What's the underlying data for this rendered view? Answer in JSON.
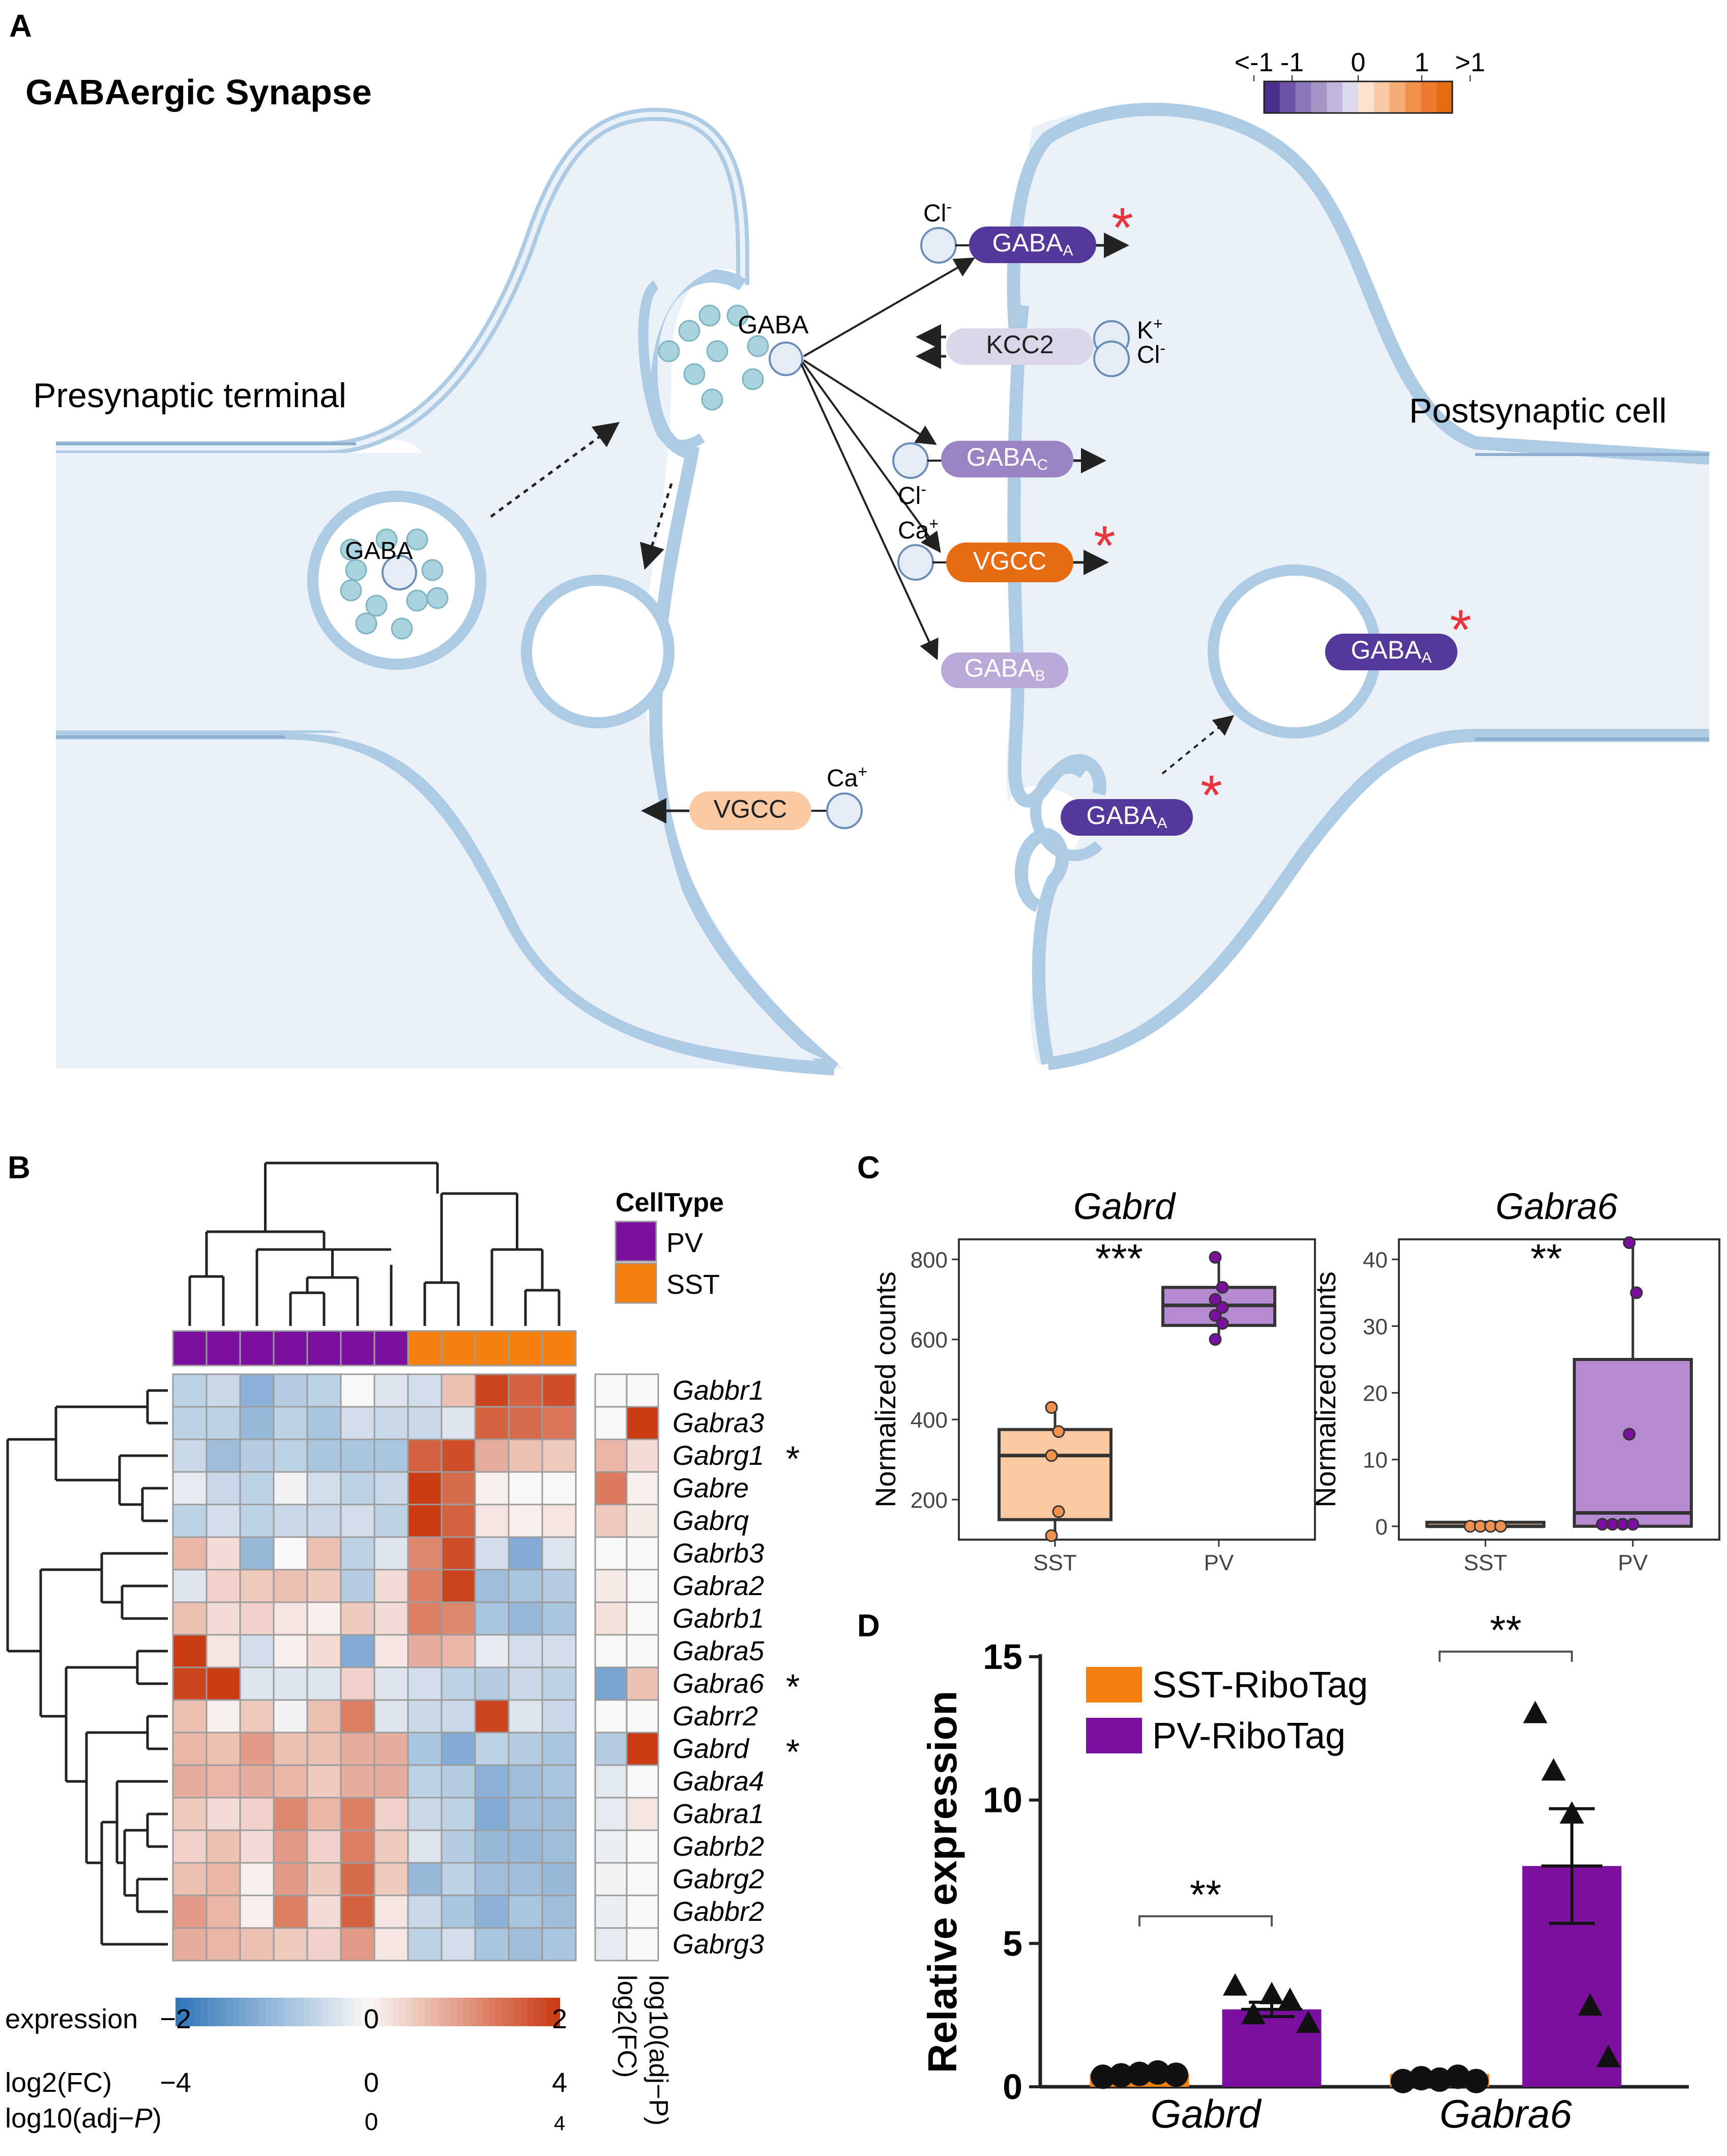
{
  "panelA": {
    "label": "A",
    "title": "GABAergic Synapse",
    "presynaptic_label": "Presynaptic terminal",
    "postsynaptic_label": "Postsynaptic cell",
    "gaba_vesicle_label": "GABA",
    "gaba_release_label": "GABA",
    "scale": {
      "labels": [
        "<-1",
        "-1",
        "0",
        "1",
        ">1"
      ],
      "colors": [
        "#4b2f8c",
        "#6d52a6",
        "#8a76b8",
        "#a696c8",
        "#c2b7da",
        "#ded8ec",
        "#fde3cf",
        "#f8c9a2",
        "#f4ad76",
        "#f0924d",
        "#eb7a2c",
        "#e66b12"
      ]
    },
    "receptors": [
      {
        "name": "GABA",
        "sub": "A",
        "ion": "Cl",
        "ion_sup": "-",
        "color": "#55399a",
        "star": true
      },
      {
        "name": "KCC2",
        "sub": "",
        "ion": "K",
        "ion_sup": "+",
        "ion2": "Cl",
        "ion2_sup": "-",
        "color": "#dcd6ea",
        "star": false
      },
      {
        "name": "GABA",
        "sub": "C",
        "ion": "Cl",
        "ion_sup": "-",
        "color": "#9a84c4",
        "star": false
      },
      {
        "name": "VGCC",
        "sub": "",
        "ion": "Ca",
        "ion_sup": "+",
        "color": "#e66b12",
        "star": true
      },
      {
        "name": "GABA",
        "sub": "B",
        "color": "#b9a8d8",
        "star": false
      }
    ],
    "pre_vgcc": {
      "name": "VGCC",
      "ion": "Ca",
      "ion_sup": "+",
      "color": "#f8c9a2"
    },
    "vesicle_receptor": {
      "name": "GABA",
      "sub": "A",
      "star": true
    },
    "endo_receptor": {
      "name": "GABA",
      "sub": "A",
      "star": true
    },
    "star_glyph": "*"
  },
  "panelB": {
    "label": "B",
    "legend_title": "CellType",
    "legend": [
      {
        "name": "PV",
        "color": "#7b0fa0"
      },
      {
        "name": "SST",
        "color": "#f57f0f"
      }
    ],
    "celltypes": [
      "PV",
      "PV",
      "PV",
      "PV",
      "PV",
      "PV",
      "PV",
      "SST",
      "SST",
      "SST",
      "SST",
      "SST"
    ],
    "genes": [
      "Gabbr1",
      "Gabra3",
      "Gabrg1",
      "Gabre",
      "Gabrq",
      "Gabrb3",
      "Gabra2",
      "Gabrb1",
      "Gabra5",
      "Gabra6",
      "Gabrr2",
      "Gabrd",
      "Gabra4",
      "Gabra1",
      "Gabrb2",
      "Gabrg2",
      "Gabbr2",
      "Gabrg3"
    ],
    "gene_stars": [
      "",
      "",
      "*",
      "",
      "",
      "",
      "",
      "",
      "",
      "*",
      "",
      "*",
      "",
      "",
      "",
      "",
      "",
      ""
    ],
    "expression": [
      [
        -0.6,
        -0.5,
        -1.1,
        -0.7,
        -0.6,
        0.0,
        -0.3,
        -0.4,
        0.6,
        1.9,
        1.6,
        1.8
      ],
      [
        -0.6,
        -0.6,
        -1.0,
        -0.6,
        -0.8,
        -0.4,
        -0.5,
        -0.5,
        -0.3,
        1.6,
        1.5,
        1.4
      ],
      [
        -0.5,
        -0.9,
        -0.7,
        -0.6,
        -0.8,
        -0.8,
        -0.8,
        1.6,
        1.8,
        0.8,
        0.6,
        0.5
      ],
      [
        -0.2,
        -0.5,
        -0.6,
        -0.1,
        -0.4,
        -0.6,
        -0.5,
        2.0,
        1.5,
        0.1,
        0.0,
        0.0
      ],
      [
        -0.6,
        -0.4,
        -0.6,
        -0.5,
        -0.5,
        -0.4,
        -0.6,
        2.0,
        1.6,
        0.2,
        0.1,
        0.2
      ],
      [
        0.7,
        0.3,
        -1.0,
        0.0,
        0.6,
        -0.6,
        -0.3,
        1.2,
        1.8,
        -0.4,
        -1.2,
        -0.3
      ],
      [
        -0.3,
        0.4,
        0.5,
        0.6,
        0.5,
        -0.7,
        0.3,
        1.3,
        1.9,
        -0.9,
        -0.8,
        -0.7
      ],
      [
        0.6,
        0.3,
        0.4,
        0.2,
        0.1,
        0.5,
        0.3,
        1.3,
        1.2,
        -0.8,
        -1.0,
        -0.8
      ],
      [
        2.0,
        0.2,
        -0.4,
        0.1,
        0.3,
        -1.2,
        0.2,
        0.8,
        0.7,
        -0.2,
        -0.4,
        -0.4
      ],
      [
        1.9,
        2.0,
        -0.3,
        -0.3,
        -0.3,
        0.4,
        -0.3,
        -0.4,
        -0.6,
        -0.7,
        -0.5,
        -0.6
      ],
      [
        0.6,
        0.1,
        0.5,
        -0.1,
        0.6,
        1.3,
        -0.3,
        -0.5,
        -0.5,
        1.9,
        -0.3,
        -0.5
      ],
      [
        0.7,
        0.6,
        1.0,
        0.6,
        0.6,
        0.8,
        0.8,
        -0.8,
        -1.2,
        -0.6,
        -0.7,
        -0.8
      ],
      [
        0.8,
        0.7,
        0.8,
        0.7,
        0.5,
        0.8,
        0.8,
        -0.6,
        -0.7,
        -1.1,
        -0.9,
        -0.8
      ],
      [
        0.5,
        0.3,
        0.4,
        1.2,
        0.7,
        1.3,
        0.4,
        -0.5,
        -0.6,
        -1.2,
        -0.9,
        -0.9
      ],
      [
        0.4,
        0.6,
        0.3,
        1.0,
        0.4,
        1.3,
        0.5,
        -0.3,
        -0.7,
        -1.0,
        -1.0,
        -0.9
      ],
      [
        0.6,
        0.7,
        0.1,
        1.0,
        0.5,
        1.5,
        0.5,
        -1.0,
        -0.6,
        -0.9,
        -0.9,
        -1.0
      ],
      [
        1.0,
        0.7,
        0.1,
        1.3,
        0.3,
        1.6,
        0.2,
        -0.5,
        -0.8,
        -1.1,
        -0.8,
        -0.9
      ],
      [
        0.8,
        0.7,
        0.6,
        0.5,
        0.4,
        1.0,
        0.2,
        -0.6,
        -0.4,
        -0.8,
        -0.9,
        -0.8
      ]
    ],
    "side_log2fc": [
      0.0,
      0.0,
      1.4,
      2.7,
      1.0,
      0.0,
      0.3,
      0.5,
      0.0,
      -2.6,
      0.0,
      -1.4,
      -0.5,
      -0.4,
      -0.3,
      -0.2,
      -0.3,
      -0.4
    ],
    "side_log10p": [
      0.0,
      4.0,
      0.6,
      0.2,
      0.3,
      0.0,
      0.0,
      0.0,
      0.0,
      1.2,
      0.0,
      4.0,
      0.0,
      0.4,
      0.0,
      0.0,
      0.0,
      0.0
    ],
    "side_labels": [
      "log2(FC)",
      "log10(adj−P)"
    ],
    "scale_expression": {
      "label": "expression",
      "ticks": [
        "−2",
        "0",
        "2"
      ]
    },
    "scale_fc": {
      "label": "log2(FC)",
      "ticks": [
        "−4",
        "0",
        "4"
      ]
    },
    "scale_p": {
      "label": "log10(adj−",
      "label_italic": "P",
      "label_end": ")",
      "ticks": [
        "0",
        "4"
      ]
    }
  },
  "panelC": {
    "label": "C",
    "chart_data": [
      {
        "type": "box",
        "title": "Gabrd",
        "ylabel": "Normalized counts",
        "ylim": [
          100,
          850
        ],
        "yticks": [
          200,
          400,
          600,
          800
        ],
        "categories": [
          "SST",
          "PV"
        ],
        "significance": "***",
        "boxes": [
          {
            "name": "SST",
            "q1": 150,
            "median": 310,
            "q3": 375,
            "whisker_low": 110,
            "whisker_high": 430,
            "points": [
              110,
              170,
              310,
              370,
              430
            ],
            "color": "#f8c9a2",
            "point_color": "#f0924d"
          },
          {
            "name": "PV",
            "q1": 635,
            "median": 685,
            "q3": 730,
            "whisker_low": 600,
            "whisker_high": 805,
            "points": [
              600,
              640,
              660,
              680,
              700,
              730,
              805
            ],
            "color": "#b58ad0",
            "point_color": "#7b0fa0"
          }
        ]
      },
      {
        "type": "box",
        "title": "Gabra6",
        "ylabel": "Normalized counts",
        "ylim": [
          -2,
          43
        ],
        "yticks": [
          0,
          10,
          20,
          30,
          40
        ],
        "categories": [
          "SST",
          "PV"
        ],
        "significance": "**",
        "boxes": [
          {
            "name": "SST",
            "q1": 0,
            "median": 0,
            "q3": 0.6,
            "whisker_low": 0,
            "whisker_high": 0.6,
            "points": [
              0,
              0,
              0,
              0
            ],
            "color": "#f8c9a2",
            "point_color": "#f0924d"
          },
          {
            "name": "PV",
            "q1": 0,
            "median": 2,
            "q3": 25,
            "whisker_low": 0,
            "whisker_high": 42.5,
            "points": [
              0.3,
              0.3,
              0.3,
              0.3,
              13.8,
              35,
              42.5
            ],
            "color": "#b58ad0",
            "point_color": "#7b0fa0"
          }
        ]
      }
    ]
  },
  "panelD": {
    "label": "D",
    "chart_data": {
      "type": "bar",
      "ylabel": "Relative expression",
      "ylim": [
        0,
        15
      ],
      "yticks": [
        0,
        5,
        10,
        15
      ],
      "categories": [
        "Gabrd",
        "Gabra6"
      ],
      "series": [
        {
          "name": "SST-RiboTag",
          "color": "#f57f0f",
          "values": [
            0.45,
            0.45
          ],
          "sem": [
            0.05,
            0.05
          ],
          "points": [
            [
              0.35,
              0.4,
              0.45,
              0.5,
              0.42
            ],
            [
              0.2,
              0.3,
              0.25,
              0.35,
              0.2
            ]
          ]
        },
        {
          "name": "PV-RiboTag",
          "color": "#7b0fa0",
          "values": [
            2.7,
            7.7
          ],
          "sem": [
            0.25,
            2.0
          ],
          "points": [
            [
              3.5,
              2.5,
              3.2,
              3.0,
              2.2
            ],
            [
              13.0,
              11.0,
              9.5,
              2.8,
              1.0
            ]
          ]
        }
      ],
      "significance": [
        "**",
        "**"
      ]
    }
  }
}
